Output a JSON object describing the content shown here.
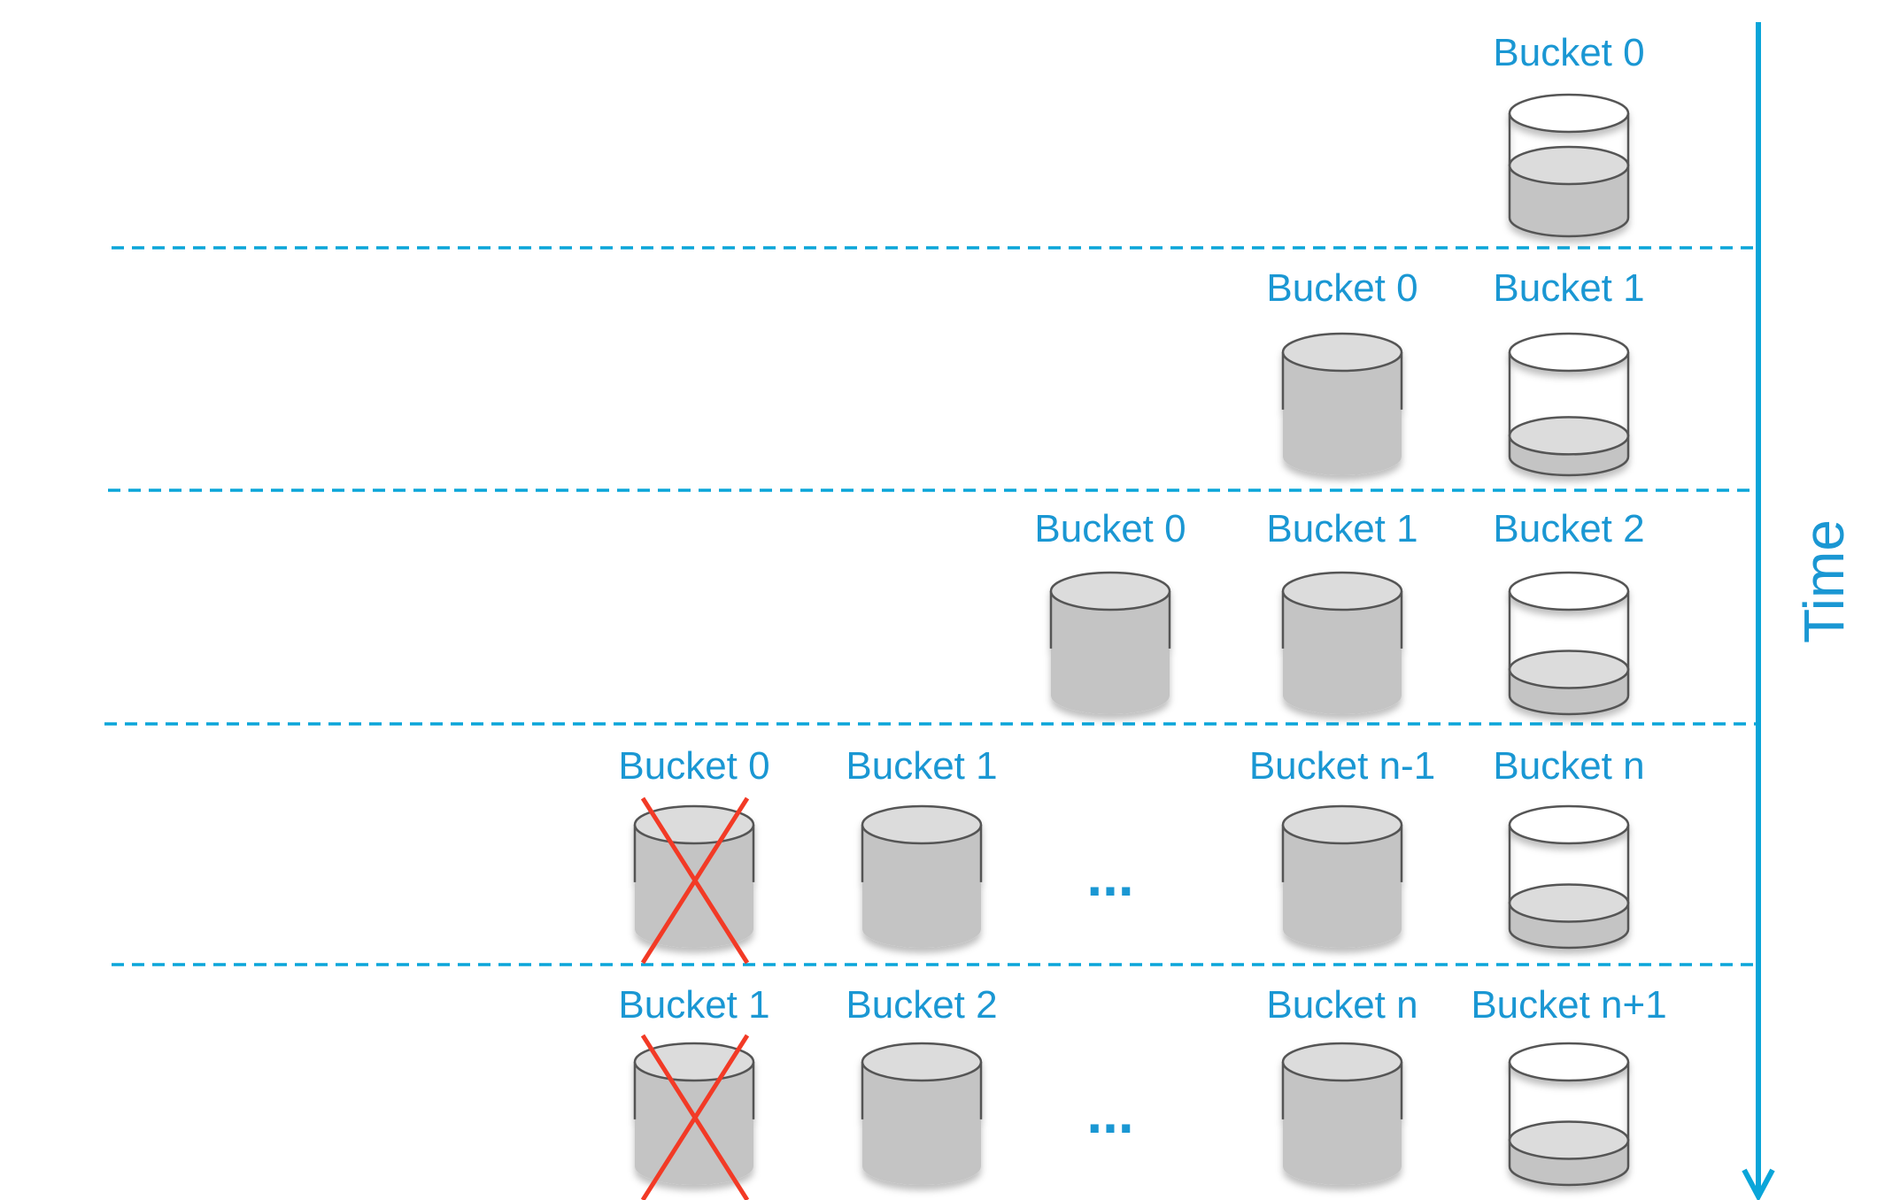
{
  "diagram": {
    "axis_label": "Time",
    "accent_color": "#0aa5d9",
    "label_color": "#1a97d3",
    "cross_color": "#f23a26",
    "ellipsis": "...",
    "rows": [
      {
        "buckets": [
          {
            "col": 4,
            "label": "Bucket 0",
            "state": "filling",
            "fill": 0.5
          }
        ]
      },
      {
        "buckets": [
          {
            "col": 3,
            "label": "Bucket 0",
            "state": "full"
          },
          {
            "col": 4,
            "label": "Bucket 1",
            "state": "filling",
            "fill": 0.2
          }
        ]
      },
      {
        "buckets": [
          {
            "col": 2,
            "label": "Bucket 0",
            "state": "full"
          },
          {
            "col": 3,
            "label": "Bucket 1",
            "state": "full"
          },
          {
            "col": 4,
            "label": "Bucket 2",
            "state": "filling",
            "fill": 0.25
          }
        ]
      },
      {
        "ellipsis": true,
        "buckets": [
          {
            "col": 0,
            "label": "Bucket 0",
            "state": "deleted"
          },
          {
            "col": 1,
            "label": "Bucket 1",
            "state": "full"
          },
          {
            "col": 3,
            "label": "Bucket n-1",
            "state": "full"
          },
          {
            "col": 4,
            "label": "Bucket n",
            "state": "filling",
            "fill": 0.25
          }
        ]
      },
      {
        "ellipsis": true,
        "buckets": [
          {
            "col": 0,
            "label": "Bucket 1",
            "state": "deleted"
          },
          {
            "col": 1,
            "label": "Bucket 2",
            "state": "full"
          },
          {
            "col": 3,
            "label": "Bucket n",
            "state": "full"
          },
          {
            "col": 4,
            "label": "Bucket n+1",
            "state": "filling",
            "fill": 0.25
          }
        ]
      }
    ]
  }
}
